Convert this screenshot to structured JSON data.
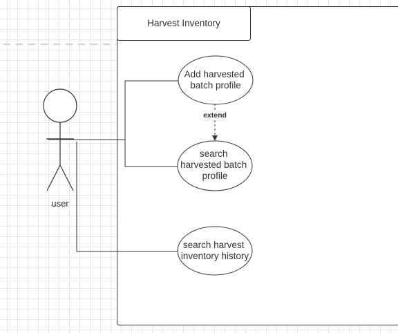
{
  "system": {
    "title": "Harvest Inventory"
  },
  "actor": {
    "name": "user"
  },
  "use_cases": [
    {
      "lines": [
        "Add harvested",
        "batch profile"
      ]
    },
    {
      "lines": [
        "search",
        "harvested batch",
        "profile"
      ]
    },
    {
      "lines": [
        "search  harvest",
        "inventory history"
      ]
    }
  ],
  "relations": {
    "extend_label": "extend"
  },
  "colors": {
    "stroke": "#333333",
    "grid": "#e6e6e6",
    "dash": "#cfcfcf"
  }
}
